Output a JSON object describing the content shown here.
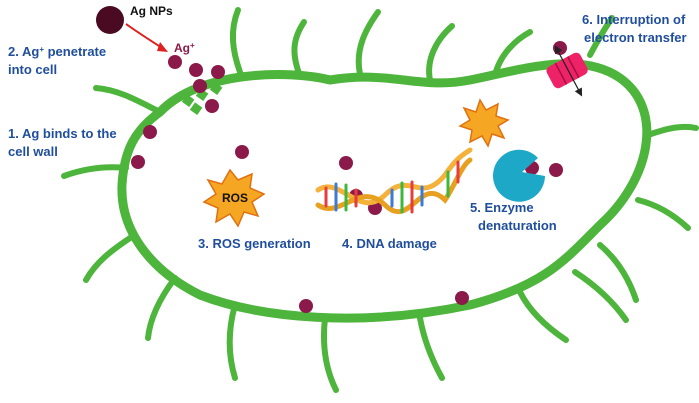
{
  "colors": {
    "membrane": "#4db53b",
    "particle": "#8b1a4a",
    "agnp": "#4a0a22",
    "label": "#1f4e9c",
    "arrow": "#e02020",
    "star": "#f5a623",
    "star_stroke": "#e07010",
    "enzyme": "#1ea8c8",
    "channel": "#ee2266"
  },
  "labels": {
    "ag_nps": "Ag NPs",
    "ag_ion": "Ag",
    "ag_ion_charge": "+",
    "step1_line1": "1. Ag binds to the",
    "step1_line2": "cell wall",
    "step2_line1": "2. Ag",
    "step2_sup": "+",
    "step2_line1_rest": " penetrate",
    "step2_line2": "into cell",
    "ros": "ROS",
    "step3": "3. ROS generation",
    "step4": "4. DNA damage",
    "step5_line1": "5. Enzyme",
    "step5_line2": "denaturation",
    "step6_line1": "6. Interruption of",
    "step6_line2": "electron transfer"
  },
  "icons": [
    "ag-nanoparticle-icon",
    "arrow-icon",
    "ros-burst-icon",
    "dna-helix-icon",
    "burst-icon",
    "enzyme-icon",
    "membrane-channel-icon"
  ]
}
